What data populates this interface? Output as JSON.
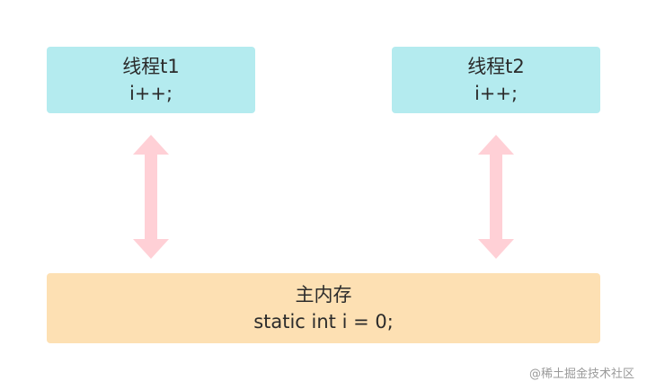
{
  "threads": [
    {
      "title": "线程t1",
      "code": "i++;"
    },
    {
      "title": "线程t2",
      "code": "i++;"
    }
  ],
  "main_memory": {
    "title": "主内存",
    "code": "static int i = 0;"
  },
  "watermark": "@稀土掘金技术社区",
  "colors": {
    "thread_fill": "#b4ebef",
    "memory_fill": "#fde0b3",
    "arrow": "#ffd0d6"
  }
}
